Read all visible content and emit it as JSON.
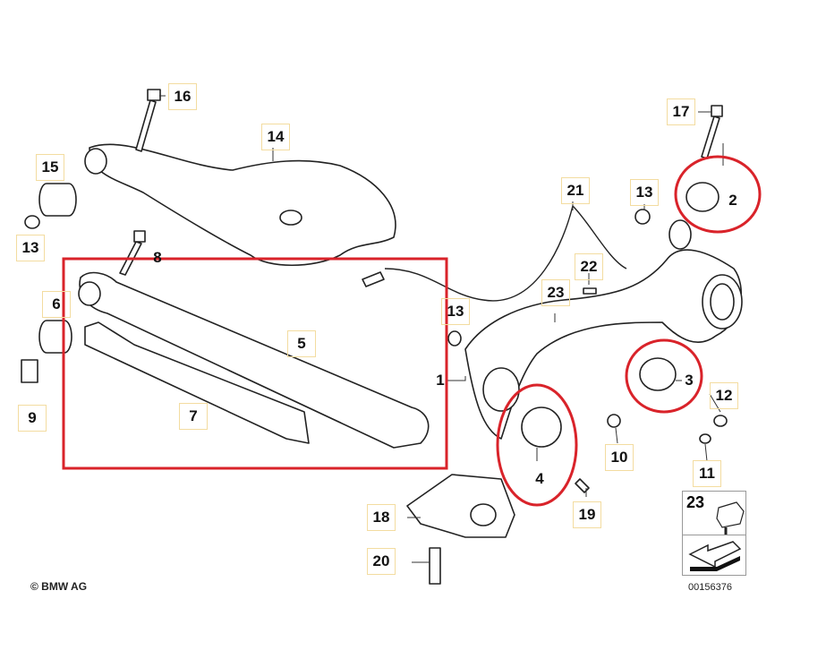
{
  "diagram": {
    "labels": [
      "16",
      "14",
      "15",
      "13",
      "13",
      "8",
      "6",
      "9",
      "5",
      "7",
      "21",
      "13",
      "17",
      "2",
      "22",
      "23",
      "13",
      "1",
      "3",
      "12",
      "10",
      "11",
      "4",
      "19",
      "18",
      "20"
    ],
    "inset_label": "23",
    "copyright": "© BMW AG",
    "part_code": "00156376",
    "highlight_color": "#d9232a"
  }
}
